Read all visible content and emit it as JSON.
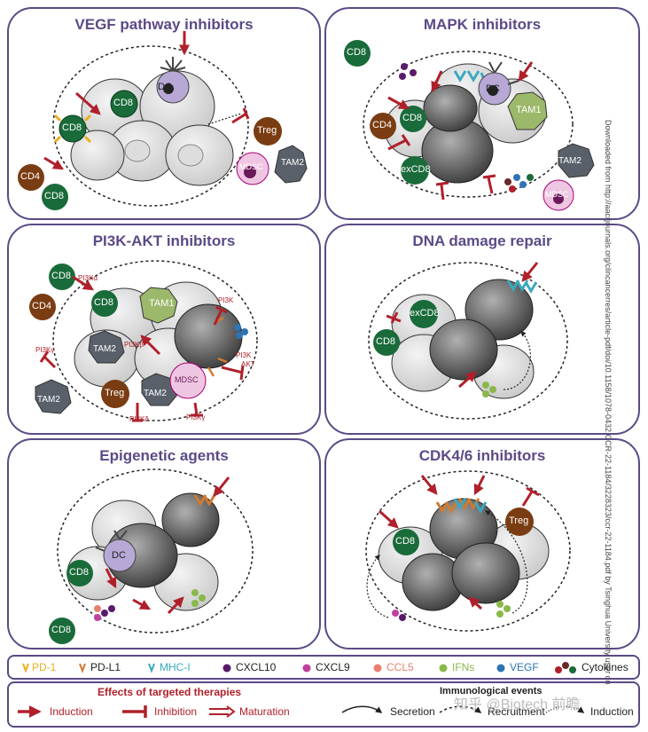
{
  "panels": [
    {
      "title": "VEGF pathway inhibitors"
    },
    {
      "title": "MAPK inhibitors"
    },
    {
      "title": "PI3K-AKT inhibitors"
    },
    {
      "title": "DNA damage repair"
    },
    {
      "title": "Epigenetic agents"
    },
    {
      "title": "CDK4/6 inhibitors"
    }
  ],
  "cells": {
    "cd8": "CD8",
    "cd4": "CD4",
    "dc": "DC",
    "treg": "Treg",
    "mdsc": "MDSC",
    "tam1": "TAM1",
    "tam2": "TAM2",
    "excd8": "exCD8"
  },
  "kinases": {
    "pi3ka": "PI3Kα",
    "pi3kb": "PI3Kβ",
    "pi3kg": "PI3Kγ",
    "pi3kd": "PI3Kδ",
    "pi3k": "PI3K",
    "akt": "AKT"
  },
  "legend_markers": [
    {
      "label": "PD-1",
      "color": "#e8b020"
    },
    {
      "label": "PD-L1",
      "color": "#d07a30"
    },
    {
      "label": "MHC-I",
      "color": "#3aa9c0"
    },
    {
      "label": "CXCL10",
      "color": "#5a1a6a"
    },
    {
      "label": "CXCL9",
      "color": "#c040a0"
    },
    {
      "label": "CCL5",
      "color": "#e88070"
    },
    {
      "label": "IFNs",
      "color": "#8ab84a"
    },
    {
      "label": "VEGF",
      "color": "#2f74b5"
    },
    {
      "label": "Cytokines",
      "color": "#6a2a2a"
    }
  ],
  "effects": {
    "heading": "Effects of targeted therapies",
    "induction": "Induction",
    "inhibition": "Inhibition",
    "maturation": "Maturation"
  },
  "events": {
    "heading": "Immunological events",
    "secretion": "Secretion",
    "recruitment": "Recruitment",
    "induction": "Induction"
  },
  "side_text": "Downloaded from http://aacrjournals.org/clincancerres/article-pdf/doi/10.1158/1078-0432.CCR-22-1184/3228323/ccr-22-1184.pdf by Tsinghua University user on",
  "watermark": "知乎 @Biotech 前瞻",
  "colors": {
    "border": "#5b4a86",
    "arrow": "#b0202a",
    "cd8": "#1a6b3a",
    "cd4": "#7a3c12",
    "treg": "#7a3c12",
    "tam2": "#59606a",
    "tam1": "#9cb86a",
    "mdsc": "#efc6e2",
    "dc": "#b7a8d6"
  }
}
